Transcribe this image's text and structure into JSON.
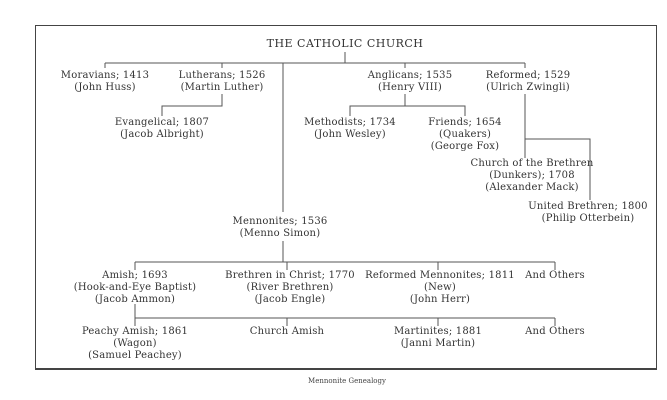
{
  "title": "THE CATHOLIC CHURCH",
  "caption": "Mennonite Genealogy",
  "nodes": {
    "moravians": [
      "Moravians; 1413",
      "(John Huss)"
    ],
    "lutherans": [
      "Lutherans; 1526",
      "(Martin Luther)"
    ],
    "anglicans": [
      "Anglicans; 1535",
      "(Henry VIII)"
    ],
    "reformed": [
      "Reformed; 1529",
      "(Ulrich Zwingli)"
    ],
    "evangelical": [
      "Evangelical; 1807",
      "(Jacob Albright)"
    ],
    "methodists": [
      "Methodists; 1734",
      "(John Wesley)"
    ],
    "friends": [
      "Friends; 1654",
      "(Quakers)",
      "(George Fox)"
    ],
    "church_of_brethren": [
      "Church of the Brethren",
      "(Dunkers); 1708",
      "(Alexander Mack)"
    ],
    "united_brethren": [
      "United Brethren; 1800",
      "(Philip Otterbein)"
    ],
    "mennonites": [
      "Mennonites; 1536",
      "(Menno Simon)"
    ],
    "amish": [
      "Amish; 1693",
      "(Hook-and-Eye Baptist)",
      "(Jacob Ammon)"
    ],
    "brethren_in_christ": [
      "Brethren in Christ; 1770",
      "(River Brethren)",
      "(Jacob Engle)"
    ],
    "reformed_mennonites": [
      "Reformed Mennonites; 1811",
      "(New)",
      "(John Herr)"
    ],
    "others_1": [
      "And Others"
    ],
    "peachy_amish": [
      "Peachy Amish; 1861",
      "(Wagon)",
      "(Samuel Peachey)"
    ],
    "church_amish": [
      "Church Amish"
    ],
    "martinites": [
      "Martinites; 1881",
      "(Janni Martin)"
    ],
    "others_2": [
      "And Others"
    ]
  }
}
